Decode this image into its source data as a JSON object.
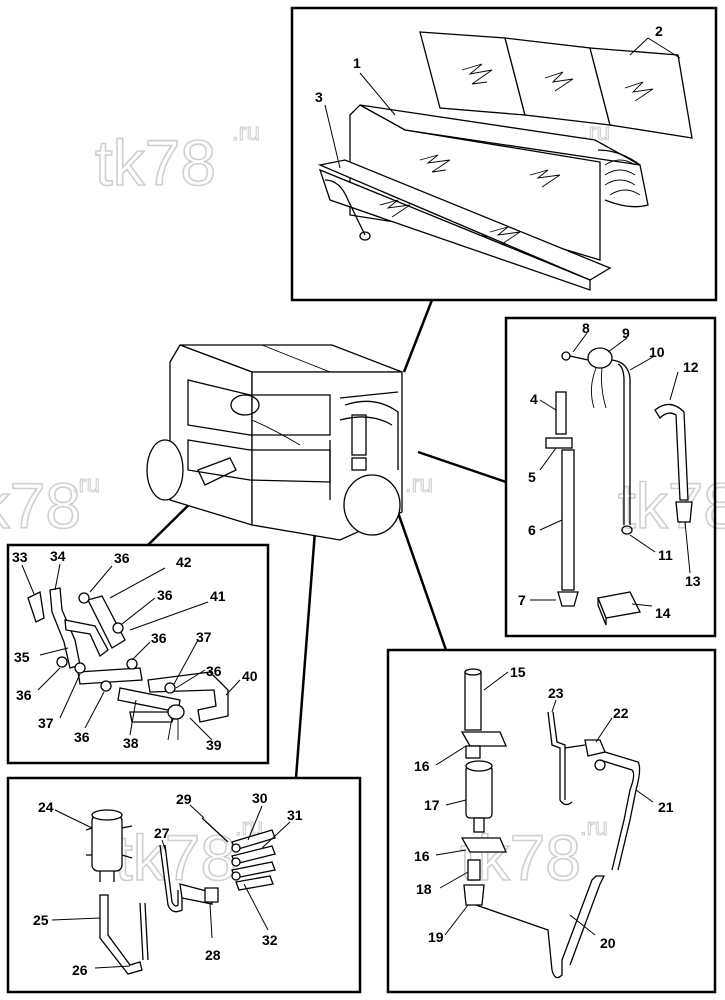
{
  "watermark": {
    "main": "tk78",
    "suffix": ".ru"
  },
  "callouts": {
    "n1": "1",
    "n2": "2",
    "n3": "3",
    "n4": "4",
    "n5": "5",
    "n6": "6",
    "n7": "7",
    "n8": "8",
    "n9": "9",
    "n10": "10",
    "n11": "11",
    "n12": "12",
    "n13": "13",
    "n14": "14",
    "n15": "15",
    "n16": "16",
    "n17": "17",
    "n18": "18",
    "n19": "19",
    "n20": "20",
    "n21": "21",
    "n22": "22",
    "n23": "23",
    "n24": "24",
    "n25": "25",
    "n26": "26",
    "n27": "27",
    "n28": "28",
    "n29": "29",
    "n30": "30",
    "n31": "31",
    "n32": "32",
    "n33": "33",
    "n34": "34",
    "n35": "35",
    "n36": "36",
    "n37": "37",
    "n38": "38",
    "n39": "39",
    "n40": "40",
    "n41": "41",
    "n42": "42"
  },
  "colors": {
    "line": "#000000",
    "watermark": "#cfcfcf",
    "background": "#ffffff"
  }
}
